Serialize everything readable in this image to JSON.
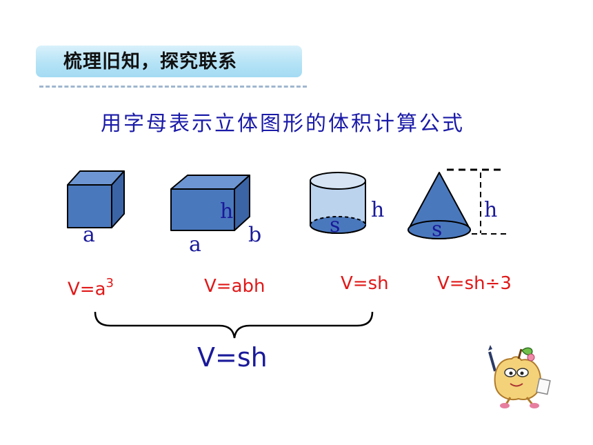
{
  "header": {
    "title": "梳理旧知，探究联系"
  },
  "subtitle": "用字母表示立体图形的体积计算公式",
  "shapes": {
    "cube": {
      "edge_label": "a",
      "formula_base": "V=a",
      "formula_exp": "3"
    },
    "cuboid": {
      "length_label": "a",
      "width_label": "b",
      "height_label": "h",
      "formula": "V=abh"
    },
    "cylinder": {
      "base_label": "s",
      "height_label": "h",
      "formula": "V=sh"
    },
    "cone": {
      "base_label": "s",
      "height_label": "h",
      "formula": "V=sh÷3"
    }
  },
  "general_formula": "V=sh",
  "colors": {
    "shape_fill": "#4a78bd",
    "shape_stroke": "#000000",
    "label": "#1a1a9a",
    "formula": "#e01818",
    "banner": "#b5e3f6"
  },
  "mascot": {
    "icon": "apple-character-with-pen-icon"
  }
}
